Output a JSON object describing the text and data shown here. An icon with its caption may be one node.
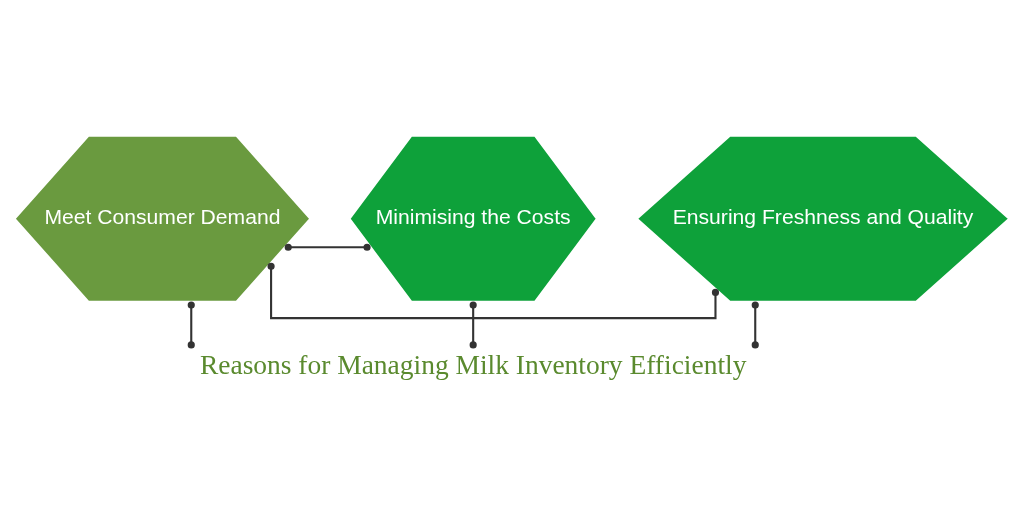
{
  "diagram": {
    "nodes": [
      {
        "text": [
          "Meet Consumer Demand"
        ]
      },
      {
        "text": [
          "Ensuring Freshness and Quality"
        ]
      },
      {
        "text": [
          "Minimising the Costs"
        ]
      },
      {
        "text": [
          "Reasons for Managing Milk Inventory Efficiently"
        ]
      }
    ],
    "edges": [
      {
        "from": 0,
        "to": 1,
        "arrow": "other"
      },
      {
        "from": 0,
        "to": 2,
        "arrow": "other"
      },
      {
        "from": 1,
        "to": 3,
        "arrow": "other"
      },
      {
        "from": 0,
        "to": 3,
        "arrow": "other"
      },
      {
        "from": 2,
        "to": 3,
        "arrow": "other"
      }
    ]
  }
}
